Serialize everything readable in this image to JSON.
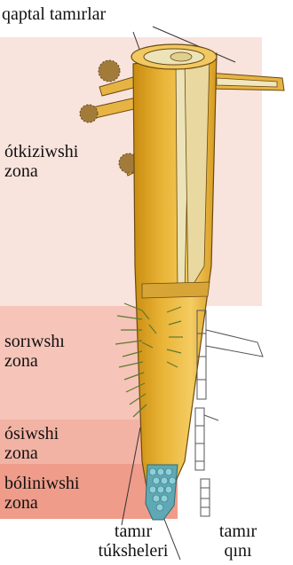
{
  "labels": {
    "lateral_roots": "qaptal tamırlar",
    "conducting_zone": "ótkiziwshi\nzona",
    "absorption_zone": "sorıwshı\nzona",
    "growth_zone": "ósiwshi\nzona",
    "division_zone": "bóliniwshi\nzona",
    "root_hairs": "tamır\ntúksheleri",
    "root_cap": "tamır\nqını"
  },
  "colors": {
    "conducting_band": "#f9e3dd",
    "absorption_band": "#f6c4b8",
    "growth_band": "#f3b3a4",
    "division_band": "#ef9c8a",
    "root_outer": "#e0a520",
    "root_mid": "#f2c860",
    "root_light": "#f7e0a0",
    "stele": "#ece3b8",
    "outline": "#6b4a10",
    "root_cap": "#5fa9b4"
  }
}
